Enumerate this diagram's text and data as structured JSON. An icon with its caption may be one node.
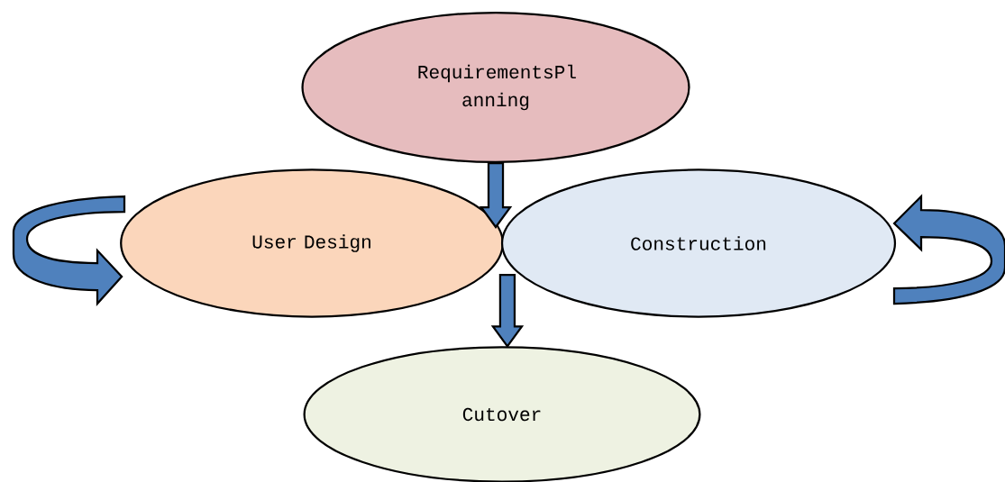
{
  "diagram": {
    "nodes": [
      {
        "text": [
          "RequirementsPl anning"
        ]
      },
      {
        "text": [
          "User Design"
        ]
      },
      {
        "text": [
          "Construction"
        ]
      },
      {
        "text": [
          "Cutover"
        ]
      }
    ],
    "edges": [
      {
        "from": 0,
        "to": 2,
        "arrow": "to"
      },
      {
        "from": 1,
        "to": 3,
        "arrow": "to"
      },
      {
        "from": null,
        "to": 1,
        "arrow": "to"
      },
      {
        "from": null,
        "to": 2,
        "arrow": "to"
      }
    ]
  }
}
